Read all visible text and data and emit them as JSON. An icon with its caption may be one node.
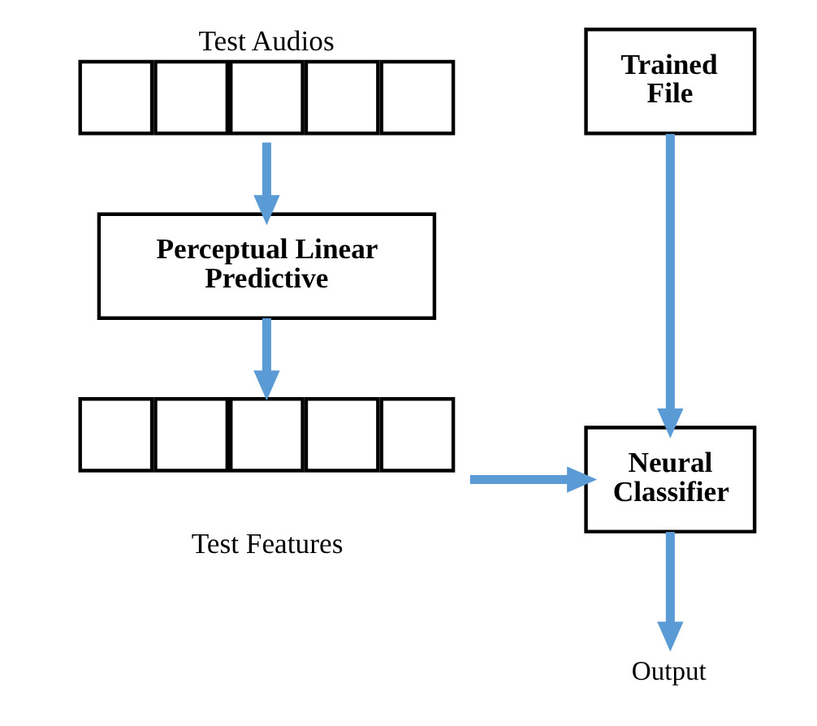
{
  "diagram": {
    "nodes": [
      {
        "text": [
          "Test Audios"
        ]
      },
      {
        "text": [
          "Perceptual Linear Predictive"
        ]
      },
      {
        "text": [
          "Test Features"
        ]
      },
      {
        "text": [
          "Trained File"
        ]
      },
      {
        "text": [
          "Neural Classifier"
        ]
      },
      {
        "text": [
          "Output"
        ]
      }
    ],
    "edges": [
      {
        "from": 0,
        "to": 1,
        "arrow": "to"
      },
      {
        "from": 1,
        "to": 2,
        "arrow": "to"
      },
      {
        "from": 2,
        "to": 4,
        "arrow": "to"
      },
      {
        "from": 3,
        "to": 4,
        "arrow": "to"
      },
      {
        "from": 4,
        "to": 5,
        "arrow": "to"
      }
    ]
  }
}
